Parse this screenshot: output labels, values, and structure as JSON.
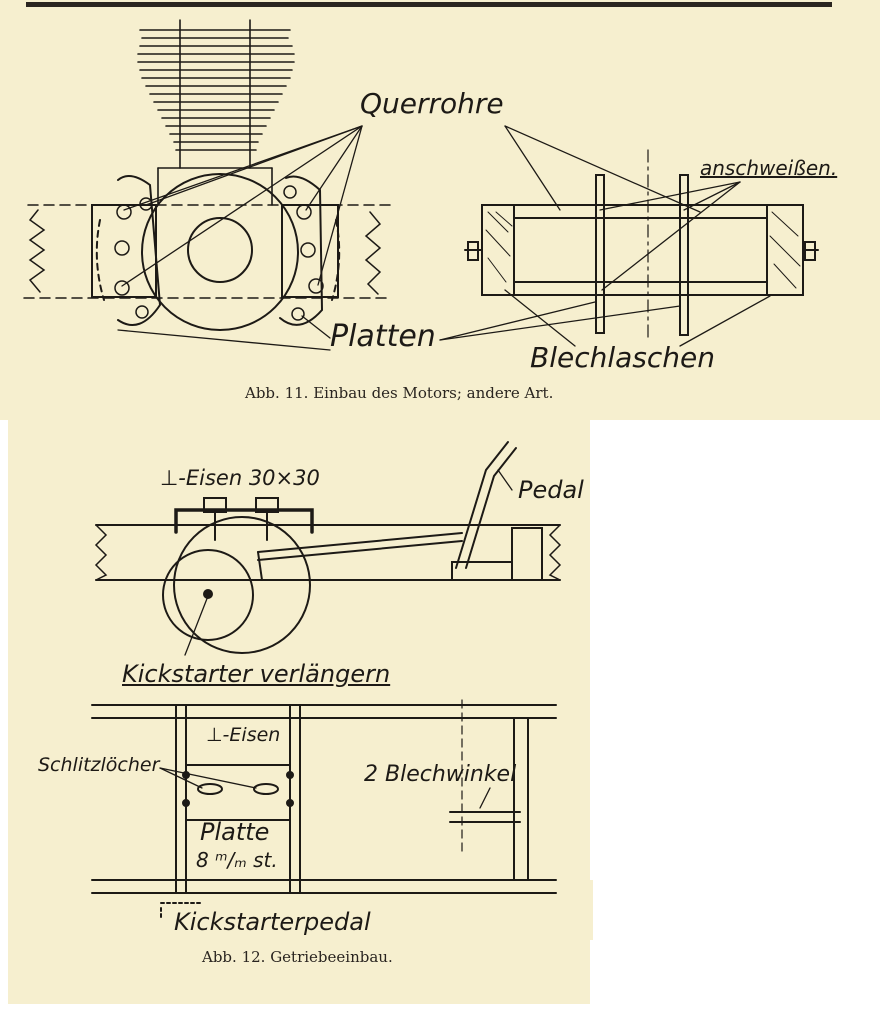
{
  "fig11": {
    "labels": {
      "querrohre": "Querrohre",
      "anschweissen": "anschweißen.",
      "platten": "Platten",
      "blechlaschen": "Blechlaschen"
    },
    "caption": "Abb. 11. Einbau des Motors; andere Art."
  },
  "fig12": {
    "labels": {
      "eisen_top": "⊥-Eisen 30×30",
      "pedal": "Pedal",
      "kickstarter": "Kickstarter verlängern",
      "eisen_mid": "⊥-Eisen",
      "schlitzloecher": "Schlitzlöcher",
      "blechwinkel": "2 Blechwinkel",
      "platte": "Platte",
      "platte_dim": "8 ᵐ/ₘ st.",
      "kickstarterpedal": "Kickstarterpedal"
    },
    "caption": "Abb. 12. Getriebeeinbau."
  },
  "colors": {
    "paper": "#f6efcf",
    "ink": "#1d1a16"
  }
}
